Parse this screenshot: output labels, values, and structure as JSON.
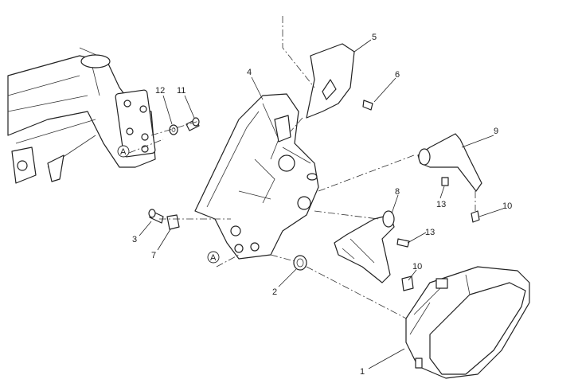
{
  "diagram": {
    "callouts": {
      "c1": "1",
      "c2": "2",
      "c3": "3",
      "c4": "4",
      "c5": "5",
      "c6": "6",
      "c7": "7",
      "c8": "8",
      "c9": "9",
      "c10a": "10",
      "c10b": "10",
      "c11": "11",
      "c12": "12",
      "c13a": "13",
      "c13b": "13"
    },
    "reference_marks": {
      "a1": "A",
      "a2": "A"
    }
  }
}
